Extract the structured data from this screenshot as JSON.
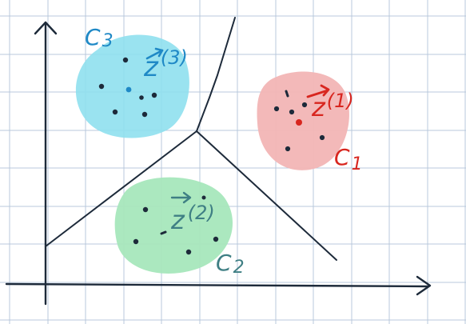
{
  "colors": {
    "grid": "#b9c9dc",
    "axis": "#1d2a3a",
    "ink": "#1d2a3a",
    "cyan_blob": "#8fe0ee",
    "cyan_text": "#1f89c6",
    "red_blob": "#f2b5b5",
    "red_text": "#d8261f",
    "green_blob": "#a6e7bc",
    "green_text": "#3f7f84"
  },
  "clusters": {
    "c1": {
      "label": "C",
      "subscript": "1",
      "centroid_name": "z",
      "centroid_index": "(1)",
      "blob_color": "#f2b5b5",
      "text_color": "#d8261f",
      "icon": "cluster-blob"
    },
    "c2": {
      "label": "C",
      "subscript": "2",
      "centroid_name": "z",
      "centroid_index": "(2)",
      "blob_color": "#a6e7bc",
      "text_color": "#3f7f84",
      "icon": "cluster-blob"
    },
    "c3": {
      "label": "C",
      "subscript": "3",
      "centroid_name": "z",
      "centroid_index": "(3)",
      "blob_color": "#8fe0ee",
      "text_color": "#1f89c6",
      "icon": "cluster-blob"
    }
  }
}
